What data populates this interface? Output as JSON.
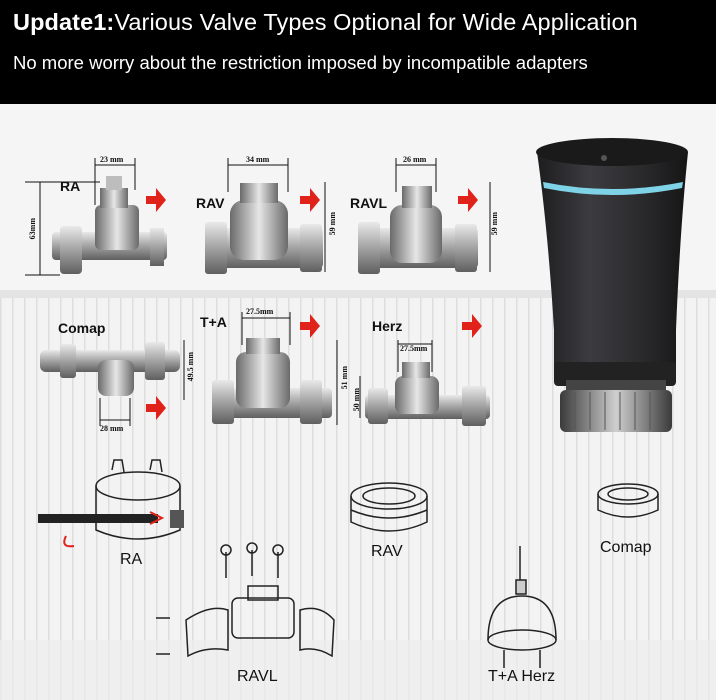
{
  "banner": {
    "title_bold": "Update1:",
    "title_rest": "Various Valve Types Optional for Wide Application",
    "subtitle": "No more worry about the restriction imposed by incompatible adapters"
  },
  "valves": {
    "ra": {
      "label": "RA",
      "width_dim": "23 mm",
      "height_dim": "63mm"
    },
    "rav": {
      "label": "RAV",
      "width_dim": "34 mm",
      "height_dim": "59 mm"
    },
    "ravl": {
      "label": "RAVL",
      "width_dim": "26 mm",
      "height_dim": "59 mm"
    },
    "comap": {
      "label": "Comap",
      "width_dim": "28 mm",
      "height_dim": "49.5 mm"
    },
    "tplusa": {
      "label": "T+A",
      "width_dim": "27.5mm",
      "height_dim": "51 mm"
    },
    "herz": {
      "label": "Herz",
      "width_dim": "27.5mm",
      "height_dim": "50 mm"
    }
  },
  "adapters": {
    "ra": "RA",
    "rav": "RAV",
    "comap": "Comap",
    "ravl": "RAVL",
    "tplusa_herz": "T+A Herz"
  },
  "colors": {
    "banner": "#000000",
    "arrow": "#e0221b",
    "device": "#2a2a2c",
    "ring": "#7fd3e6"
  }
}
